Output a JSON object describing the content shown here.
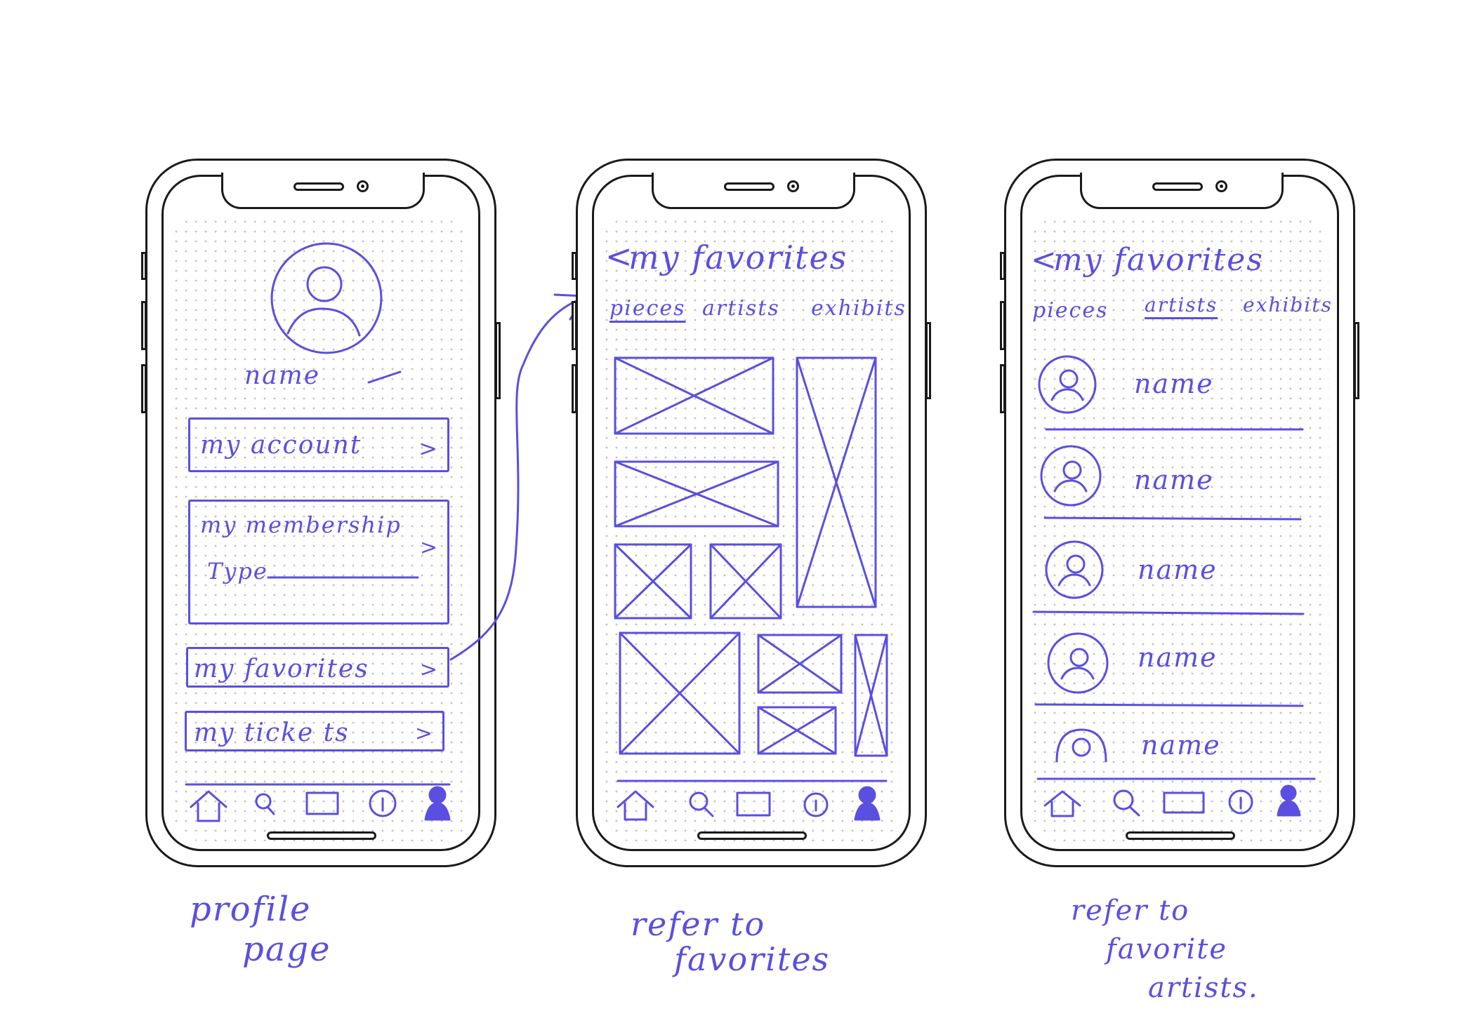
{
  "ink_color": "#5a4fe0",
  "frame_color": "#1a1a1a",
  "screens": [
    {
      "id": "profile",
      "name_label": "name",
      "menu": {
        "account": "my account",
        "membership": "my membership",
        "membership_type": "Type",
        "favorites": "my favorites",
        "tickets": "my ticke ts"
      },
      "caption_line1": "profile",
      "caption_line2": "page"
    },
    {
      "id": "favorites-pieces",
      "back": "<",
      "title": "my favorites",
      "tabs": [
        "pieces",
        "artists",
        "exhibits"
      ],
      "active_tab": 0,
      "caption_line1": "refer to",
      "caption_line2": "favorites"
    },
    {
      "id": "favorites-artists",
      "back": "<",
      "title": "my favorites",
      "tabs": [
        "pieces",
        "artists",
        "exhibits"
      ],
      "active_tab": 1,
      "artists": [
        "name",
        "name",
        "name",
        "name",
        "name"
      ],
      "caption_line1": "refer to",
      "caption_line2": "favorite",
      "caption_line3": "artists."
    }
  ],
  "nav_icons": [
    "home-icon",
    "search-icon",
    "exhibits-icon",
    "info-icon",
    "profile-icon"
  ]
}
